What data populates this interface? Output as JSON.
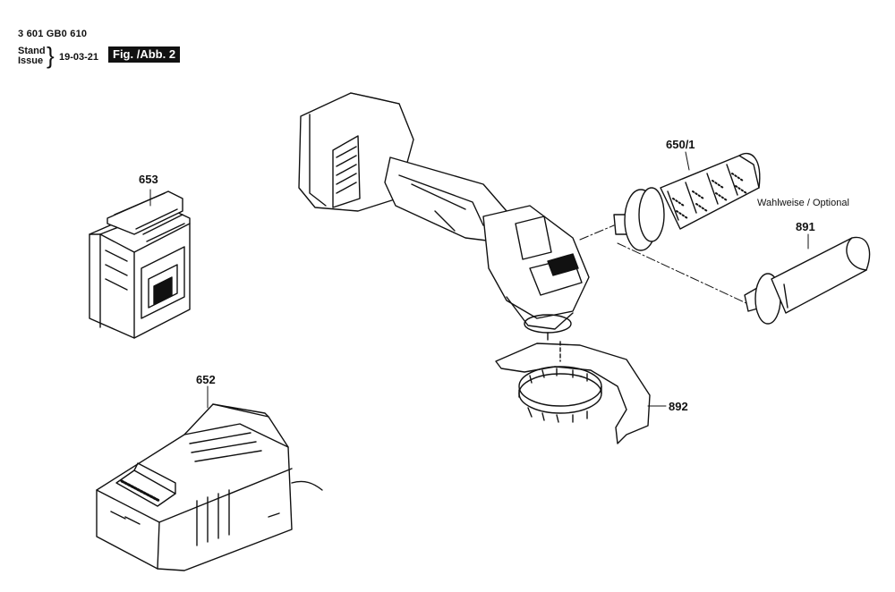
{
  "header": {
    "part_number": "3 601 GB0 610",
    "stand_label": "Stand",
    "issue_label": "Issue",
    "brace": "}",
    "date": "19-03-21",
    "figure_label": "Fig. /Abb. 2"
  },
  "callouts": {
    "c653": "653",
    "c652": "652",
    "c650_1": "650/1",
    "c891": "891",
    "c892": "892"
  },
  "optional_note": "Wahlweise / Optional",
  "colors": {
    "ink": "#111111",
    "background": "#ffffff"
  }
}
